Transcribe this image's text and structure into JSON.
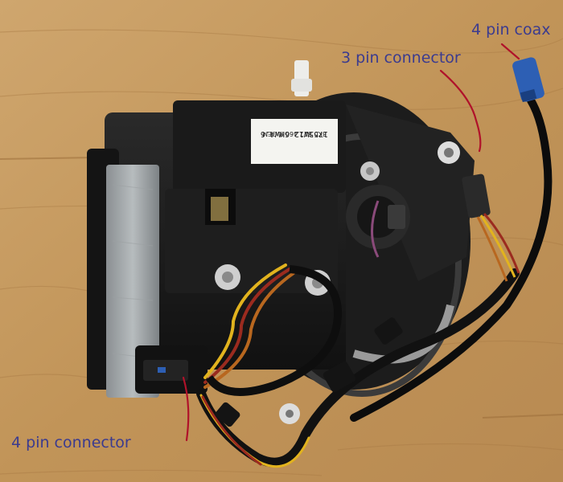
{
  "annotations": {
    "coax_label": "4 pin coax",
    "three_pin_label": "3 pin connector",
    "four_pin_label": "4 pin connector"
  },
  "module_label": {
    "line1": "8K0 827 460 R OEM",
    "line2": "1755W12 6HW4.6"
  },
  "colors": {
    "background_wood": "#c9a068",
    "annotation_text": "#3b3b8f",
    "pointer_line": "#b0122a",
    "coax_connector": "#2d5fb4"
  }
}
